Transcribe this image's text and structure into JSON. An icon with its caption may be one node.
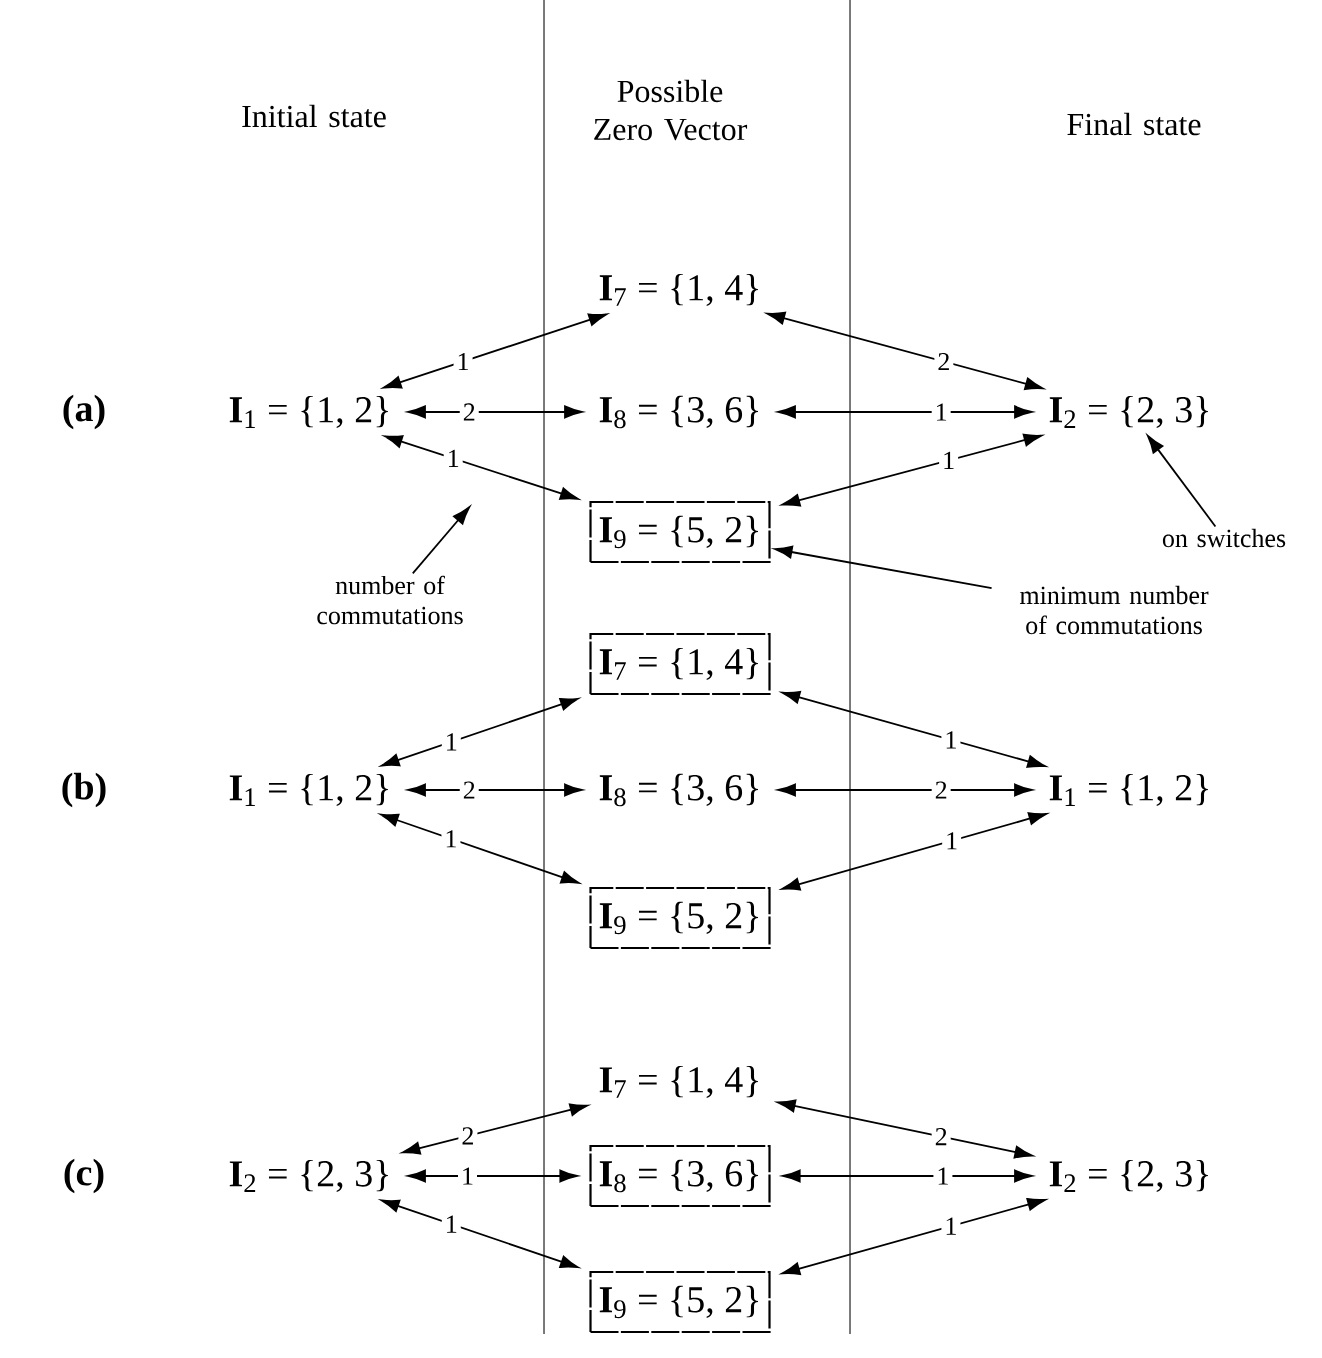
{
  "diagram": {
    "nodes": [
      {
        "text": [
          "**I**$_{7}$ = {1, 4}"
        ]
      },
      {
        "text": [
          "**I**$_{1}$ = {1, 2}"
        ]
      },
      {
        "text": [
          "**I**$_{8}$ = {3, 6}"
        ]
      },
      {
        "text": [
          "**I**$_{2}$ = {2, 3}"
        ]
      },
      {
        "text": [
          "**I**$_{9}$ = {5, 2}"
        ]
      },
      {
        "text": [
          "on switches"
        ]
      },
      {
        "text": [
          "number of commutations"
        ]
      },
      {
        "text": [
          "minimum number of commutations"
        ]
      },
      {
        "text": [
          "**I**$_{7}$ = {1, 4}"
        ]
      },
      {
        "text": [
          "**I**$_{1}$ = {1, 2}"
        ]
      },
      {
        "text": [
          "**I**$_{8}$ = {3, 6}"
        ]
      },
      {
        "text": [
          "**I**$_{1}$ = {1, 2}"
        ]
      },
      {
        "text": [
          "**I**$_{9}$ = {5, 2}"
        ]
      },
      {
        "text": [
          "**I**$_{7}$ = {1, 4}"
        ]
      },
      {
        "text": [
          "**I**$_{2}$ = {2, 3}"
        ]
      },
      {
        "text": [
          "**I**$_{8}$ = {3, 6}"
        ]
      },
      {
        "text": [
          "**I**$_{2}$ = {2, 3}"
        ]
      },
      {
        "text": [
          "**I**$_{9}$ = {5, 2}"
        ]
      }
    ],
    "edges": [
      {
        "from": 1,
        "to": 0,
        "arrow": "both",
        "label": "1"
      },
      {
        "from": 1,
        "to": 2,
        "arrow": "both",
        "label": "2"
      },
      {
        "from": 1,
        "to": 4,
        "arrow": "both",
        "label": "1"
      },
      {
        "from": 3,
        "to": 0,
        "arrow": "both",
        "label": "2"
      },
      {
        "from": 3,
        "to": 2,
        "arrow": "both",
        "label": "1"
      },
      {
        "from": 3,
        "to": 4,
        "arrow": "both",
        "label": "1"
      },
      {
        "from": 5,
        "to": 3,
        "arrow": "to"
      },
      {
        "from": 6,
        "to": null,
        "arrow": "to"
      },
      {
        "from": 7,
        "to": 4,
        "arrow": "to"
      },
      {
        "from": 9,
        "to": 8,
        "arrow": "both",
        "label": "1"
      },
      {
        "from": 9,
        "to": 10,
        "arrow": "both",
        "label": "2"
      },
      {
        "from": 9,
        "to": 12,
        "arrow": "both",
        "label": "1"
      },
      {
        "from": 11,
        "to": 8,
        "arrow": "both",
        "label": "1"
      },
      {
        "from": 11,
        "to": 10,
        "arrow": "both",
        "label": "2"
      },
      {
        "from": 11,
        "to": 12,
        "arrow": "both",
        "label": "1"
      },
      {
        "from": 14,
        "to": 13,
        "arrow": "both",
        "label": "2"
      },
      {
        "from": 14,
        "to": 15,
        "arrow": "both",
        "label": "1"
      },
      {
        "from": 14,
        "to": 17,
        "arrow": "both",
        "label": "1"
      },
      {
        "from": 16,
        "to": 13,
        "arrow": "both",
        "label": "2"
      },
      {
        "from": 16,
        "to": 15,
        "arrow": "both",
        "label": "1"
      },
      {
        "from": 16,
        "to": 17,
        "arrow": "both",
        "label": "1"
      }
    ],
    "labels": [
      "Possible Zero Vector",
      "Initial state",
      "Final state",
      "(a)",
      "(b)",
      "(c)"
    ]
  }
}
